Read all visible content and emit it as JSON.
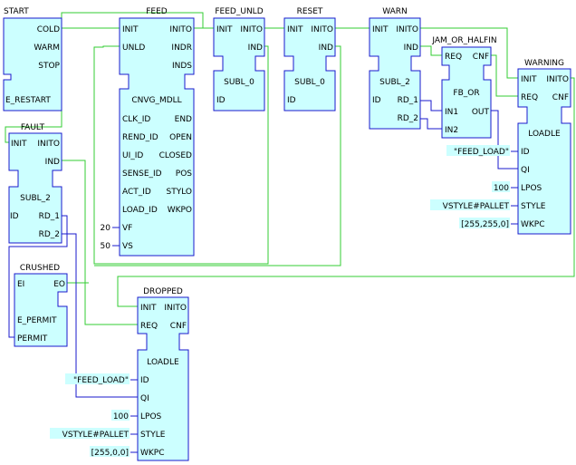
{
  "blocks": {
    "start": {
      "name": "START",
      "ports": [
        "COLD",
        "WARM",
        "STOP",
        "E_RESTART"
      ]
    },
    "feed": {
      "name": "FEED",
      "in_events": [
        "INIT",
        "UNLD"
      ],
      "out_events": [
        "INITO",
        "INDR",
        "INDS"
      ],
      "type": "CNVG_MDLL",
      "ins": [
        "CLK_ID",
        "REND_ID",
        "UI_ID",
        "SENSE_ID",
        "ACT_ID",
        "LOAD_ID",
        "VF",
        "VS"
      ],
      "outs": [
        "END",
        "OPEN",
        "CLOSED",
        "POS",
        "STYLO",
        "WKPO"
      ]
    },
    "feed_unld": {
      "name": "FEED_UNLD",
      "init": "INIT",
      "inito": "INITO",
      "ind": "IND",
      "type": "SUBL_0",
      "id": "ID"
    },
    "reset": {
      "name": "RESET",
      "init": "INIT",
      "inito": "INITO",
      "ind": "IND",
      "type": "SUBL_0",
      "id": "ID"
    },
    "warn": {
      "name": "WARN",
      "init": "INIT",
      "inito": "INITO",
      "ind": "IND",
      "type": "SUBL_2",
      "id": "ID",
      "rd1": "RD_1",
      "rd2": "RD_2"
    },
    "jam": {
      "name": "JAM_OR_HALFIN",
      "req": "REQ",
      "cnf": "CNF",
      "type": "FB_OR",
      "in1": "IN1",
      "in2": "IN2",
      "out": "OUT"
    },
    "warning": {
      "name": "WARNING",
      "init": "INIT",
      "inito": "INITO",
      "req": "REQ",
      "cnf": "CNF",
      "type": "LOADLE",
      "ins": [
        "ID",
        "QI",
        "LPOS",
        "STYLE",
        "WKPC"
      ]
    },
    "fault": {
      "name": "FAULT",
      "init": "INIT",
      "inito": "INITO",
      "ind": "IND",
      "type": "SUBL_2",
      "id": "ID",
      "rd1": "RD_1",
      "rd2": "RD_2"
    },
    "crushed": {
      "name": "CRUSHED",
      "ei": "EI",
      "eo": "EO",
      "ports": [
        "E_PERMIT",
        "PERMIT"
      ]
    },
    "dropped": {
      "name": "DROPPED",
      "init": "INIT",
      "inito": "INITO",
      "req": "REQ",
      "cnf": "CNF",
      "type": "LOADLE",
      "ins": [
        "ID",
        "QI",
        "LPOS",
        "STYLE",
        "WKPC"
      ]
    }
  },
  "constants": {
    "feed_vf": "20",
    "feed_vs": "50",
    "warning_id": "\"FEED_LOAD\"",
    "warning_lpos": "100",
    "warning_style": "VSTYLE#PALLET",
    "warning_wkpc": "[255,255,0]",
    "dropped_id": "\"FEED_LOAD\"",
    "dropped_lpos": "100",
    "dropped_style": "VSTYLE#PALLET",
    "dropped_wkpc": "[255,0,0]"
  },
  "colors": {
    "block_fill": "#ccffff",
    "block_border": "#1a1acc",
    "event_wire": "#33cc33",
    "data_wire": "#1a1acc"
  }
}
